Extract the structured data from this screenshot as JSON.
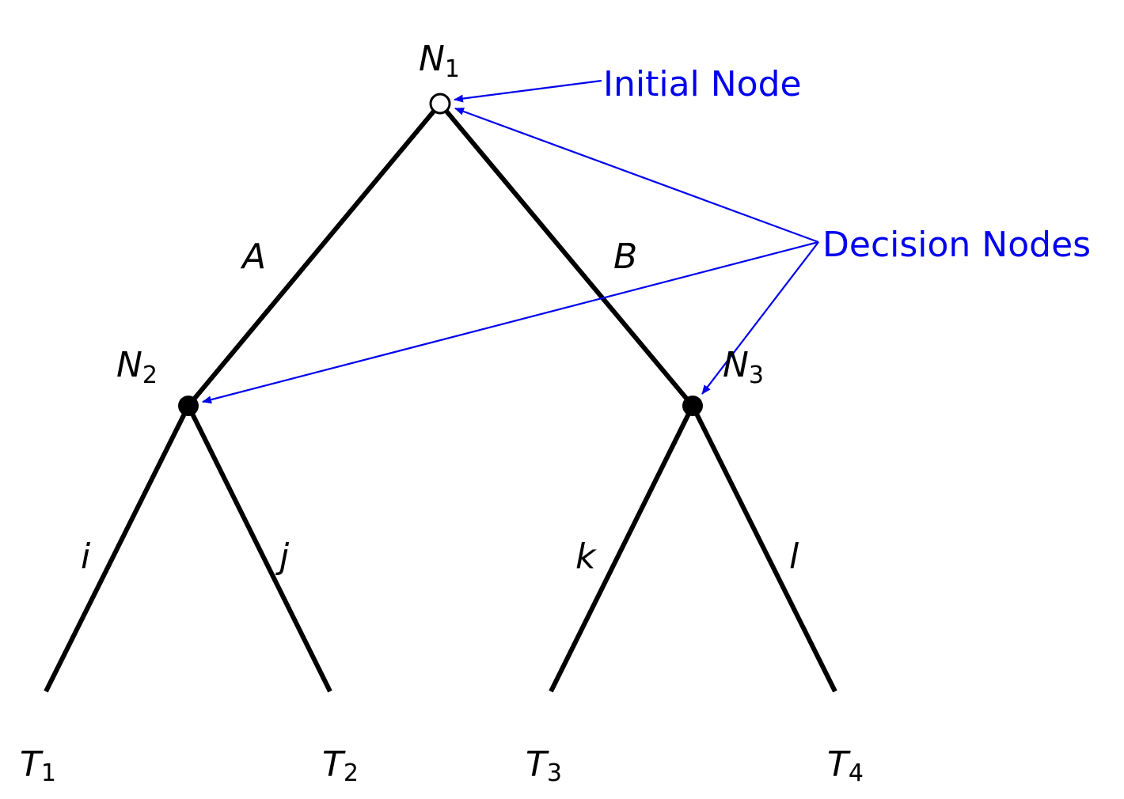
{
  "colors": {
    "edge": "#000000",
    "annotation": "#0000ee",
    "node_fill": "#000000",
    "initial_node_fill": "#ffffff"
  },
  "nodes": {
    "n1": {
      "name": "N",
      "sub": "1"
    },
    "n2": {
      "name": "N",
      "sub": "2"
    },
    "n3": {
      "name": "N",
      "sub": "3"
    }
  },
  "terminals": [
    {
      "name": "T",
      "sub": "1"
    },
    {
      "name": "T",
      "sub": "2"
    },
    {
      "name": "T",
      "sub": "3"
    },
    {
      "name": "T",
      "sub": "4"
    }
  ],
  "actions": {
    "a": "A",
    "b": "B",
    "i": "i",
    "j": "j",
    "k": "k",
    "l": "l"
  },
  "annotations": {
    "initial": "Initial Node",
    "decision": "Decision Nodes"
  }
}
